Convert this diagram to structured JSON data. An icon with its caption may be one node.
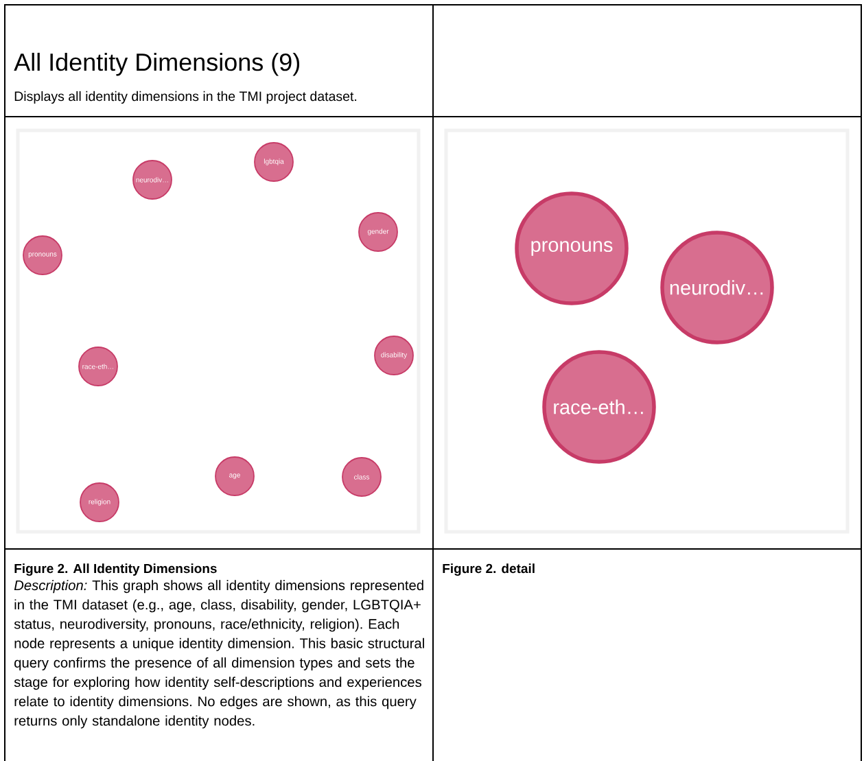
{
  "diagram": {
    "title": "All Identity Dimensions (9)",
    "nodes": [
      {
        "text": [],
        "shape": "box"
      },
      {
        "text": [
          "lgbtqia"
        ],
        "in": 0
      },
      {
        "text": [
          "neurodiv…"
        ],
        "in": 0
      },
      {
        "text": [
          "gender"
        ],
        "in": 0
      },
      {
        "text": [
          "pronouns"
        ],
        "in": 0
      },
      {
        "text": [
          "disability"
        ],
        "in": 0
      },
      {
        "text": [
          "race-eth…"
        ],
        "in": 0
      },
      {
        "text": [
          "age"
        ],
        "in": 0
      },
      {
        "text": [
          "class"
        ],
        "in": 0
      },
      {
        "text": [
          "religion"
        ],
        "in": 0
      },
      {
        "text": [],
        "shape": "box"
      },
      {
        "text": [
          "pronouns"
        ],
        "in": 10
      },
      {
        "text": [
          "neurodiv…"
        ],
        "in": 10
      },
      {
        "text": [
          "race-eth…"
        ],
        "in": 10
      }
    ],
    "labels": [
      "Displays all identity dimensions in the TMI project dataset.",
      "Figure 2. All Identity Dimensions",
      "*Description:* This graph shows all identity dimensions represented in the TMI dataset (e.g., age, class, disability, gender, LGBTQIA+ status, neurodiversity, pronouns, race/ethnicity, religion). Each node represents a unique identity dimension. This basic structural query confirms the presence of all dimension types and sets the stage for exploring how identity self-descriptions and experiences relate to identity dimensions. No edges are shown, as this query returns only standalone identity nodes.",
      "Figure 2. detail"
    ]
  }
}
